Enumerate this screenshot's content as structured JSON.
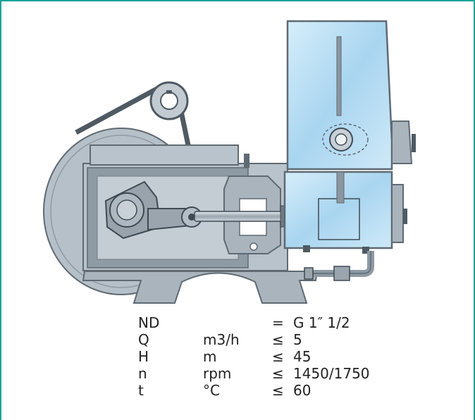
{
  "colors": {
    "frame": "#1aa39a",
    "metal": "#b9c3cb",
    "metal_dark": "#5f6a73",
    "section": "#8e9aa4",
    "water": "#bcdff3",
    "text": "#222222"
  },
  "specs": [
    {
      "param": "ND",
      "unit": "",
      "op": "=",
      "value": "G 1″ 1/2"
    },
    {
      "param": "Q",
      "unit": "m3/h",
      "op": "≤",
      "value": "5"
    },
    {
      "param": "H",
      "unit": "m",
      "op": "≤",
      "value": "45"
    },
    {
      "param": "n",
      "unit": "rpm",
      "op": "≤",
      "value": "1450/1750"
    },
    {
      "param": "t",
      "unit": "°C",
      "op": "≤",
      "value": "60"
    }
  ]
}
